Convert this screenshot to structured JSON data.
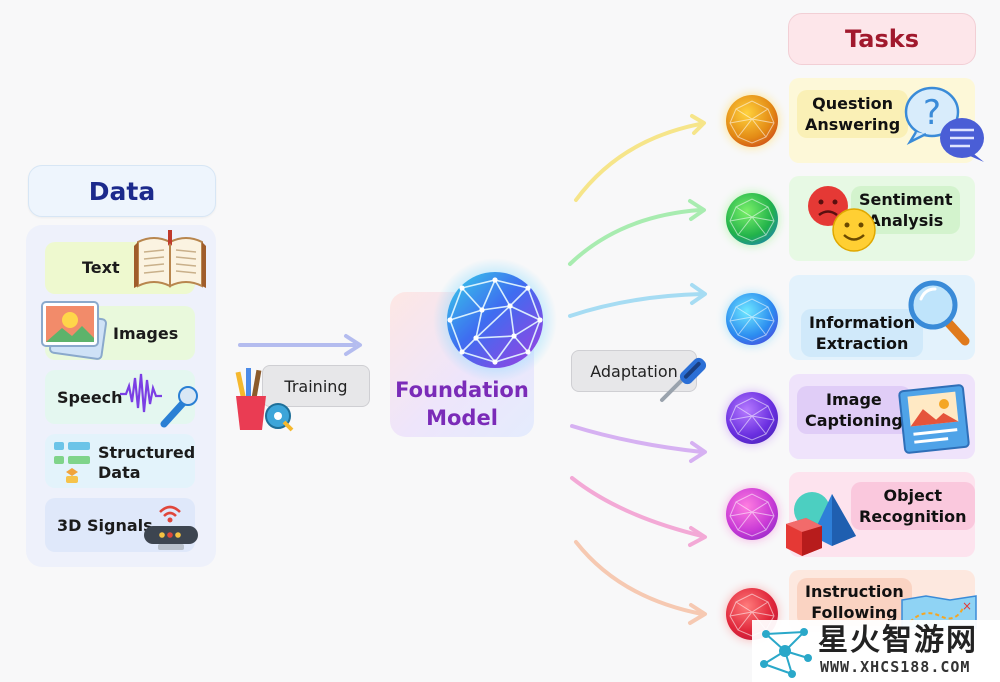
{
  "data_panel": {
    "title": "Data",
    "items": [
      {
        "label": "Text",
        "icon": "open-book-icon"
      },
      {
        "label": "Images",
        "icon": "image-stack-icon"
      },
      {
        "label": "Speech",
        "icon": "microphone-wave-icon"
      },
      {
        "label": "Structured Data",
        "line1": "Structured",
        "line2": "Data",
        "icon": "flowchart-icon"
      },
      {
        "label": "3D Signals",
        "icon": "router-icon"
      }
    ]
  },
  "training": {
    "label": "Training",
    "icon": "art-supplies-icon"
  },
  "foundation_model": {
    "line1": "Foundation",
    "line2": "Model",
    "icon": "neural-globe-icon",
    "color": "#7a2bb8"
  },
  "adaptation": {
    "label": "Adaptation",
    "icon": "screwdriver-icon"
  },
  "tasks_panel": {
    "title": "Tasks",
    "items": [
      {
        "line1": "Question",
        "line2": "Answering",
        "icon": "question-chat-icon"
      },
      {
        "line1": "Sentiment",
        "line2": "Analysis",
        "icon": "emoji-faces-icon"
      },
      {
        "line1": "Information",
        "line2": "Extraction",
        "icon": "magnifier-icon"
      },
      {
        "line1": "Image",
        "line2": "Captioning",
        "icon": "picture-caption-icon"
      },
      {
        "line1": "Object",
        "line2": "Recognition",
        "icon": "3d-shapes-icon"
      },
      {
        "line1": "Instruction",
        "line2": "Following",
        "icon": "treasure-map-icon"
      }
    ]
  },
  "watermark": {
    "brand": "星火智游网",
    "url": "WWW.XHCS188.COM"
  },
  "colors": {
    "data_title": "#1c2a8c",
    "tasks_title": "#a1192d",
    "task_backgrounds": [
      "#fdf8d8",
      "#e7f9e4",
      "#e3f2fc",
      "#efe3fb",
      "#fde3ee",
      "#fde8df"
    ],
    "arrow_colors": [
      "#f6e58a",
      "#a8ecb0",
      "#a6dcf3",
      "#d6b1f2",
      "#f3a9d6",
      "#f6c9b2"
    ]
  }
}
